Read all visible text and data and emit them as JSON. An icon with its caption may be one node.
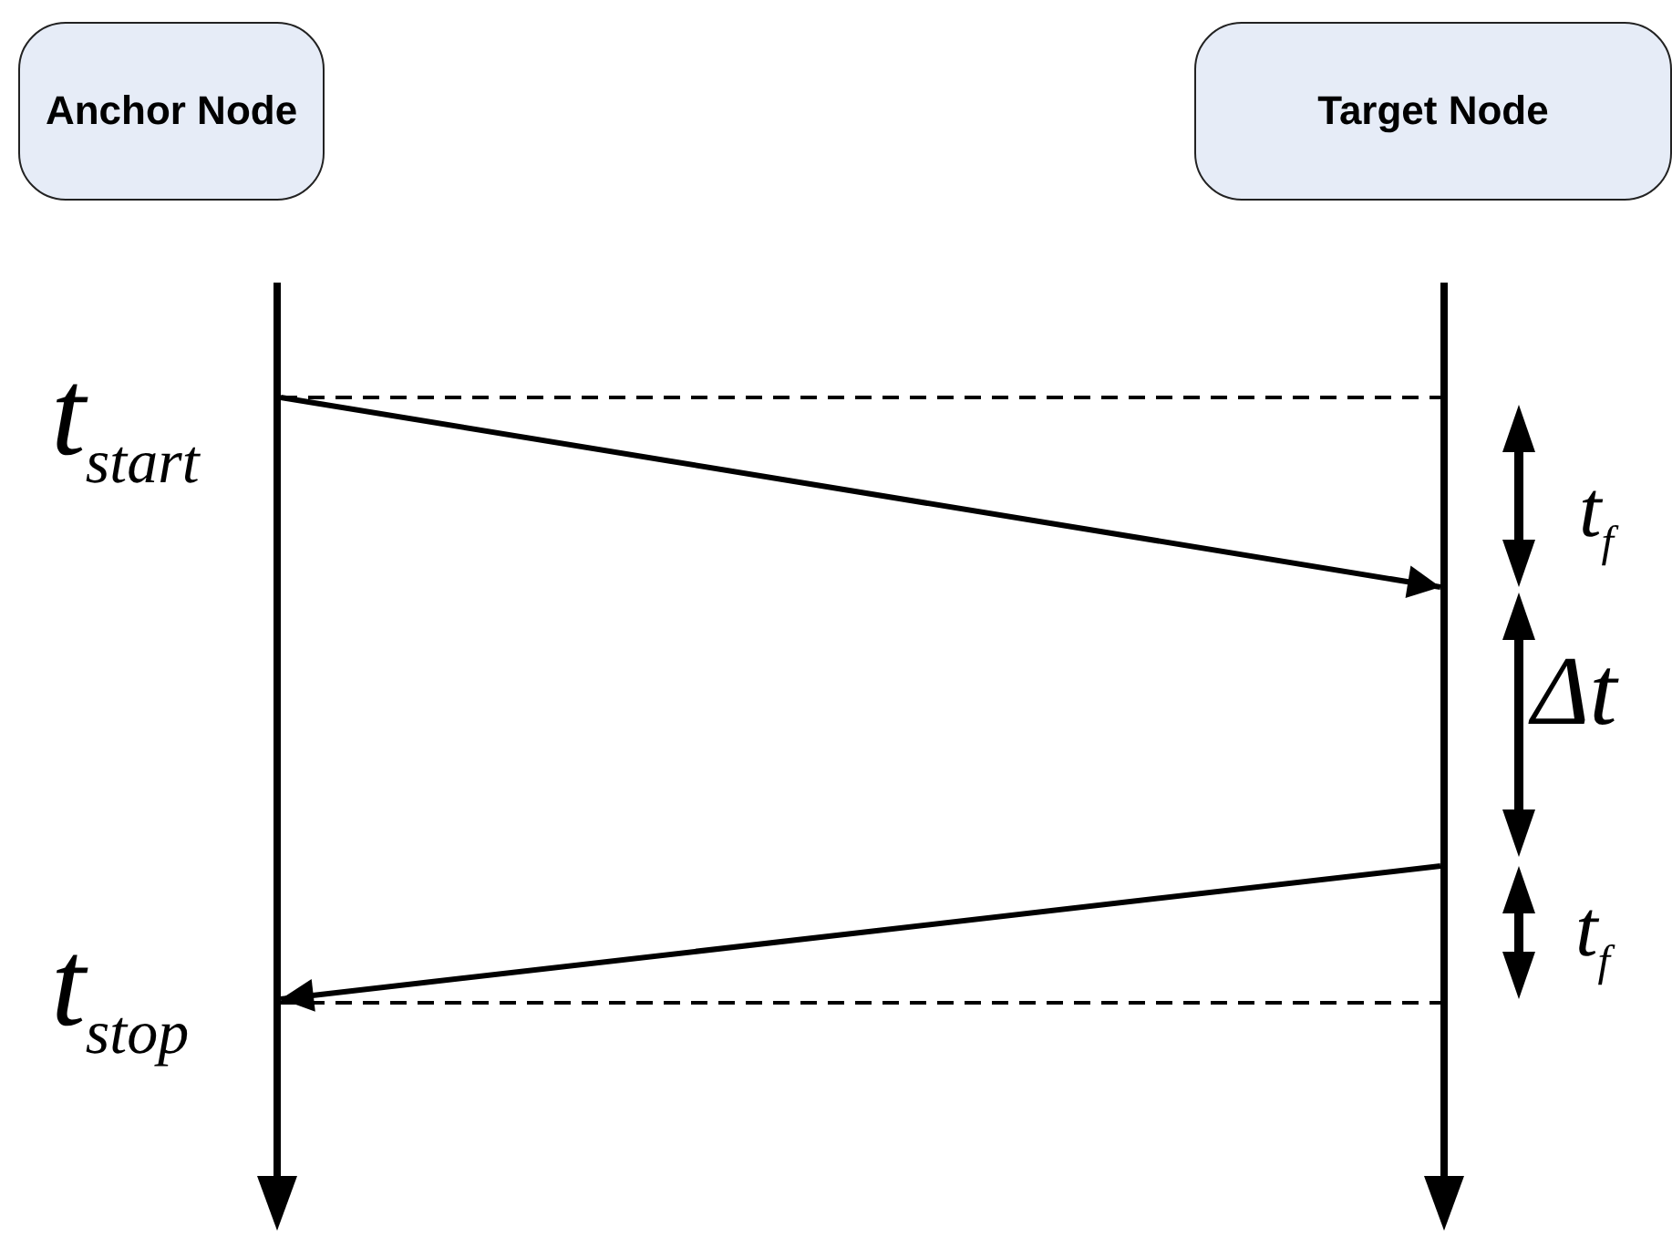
{
  "diagram": {
    "nodes": [
      {
        "text": [
          "Anchor Node"
        ]
      },
      {
        "text": [
          "Target Node"
        ]
      },
      {
        "text": [],
        "shape": "bar"
      },
      {
        "text": [],
        "shape": "bar"
      }
    ],
    "edges": [
      {
        "from": 2,
        "to": 3,
        "arrow": "none",
        "style": "dashed"
      },
      {
        "from": 2,
        "to": 3,
        "arrow": "to"
      },
      {
        "from": 3,
        "to": 2,
        "arrow": "to"
      },
      {
        "from": 2,
        "to": 3,
        "arrow": "none",
        "style": "dashed"
      }
    ],
    "labels": [
      "t$_{start}$",
      "t$_{f}$",
      "Δt",
      "t$_{f}$",
      "t$_{stop}$"
    ]
  }
}
